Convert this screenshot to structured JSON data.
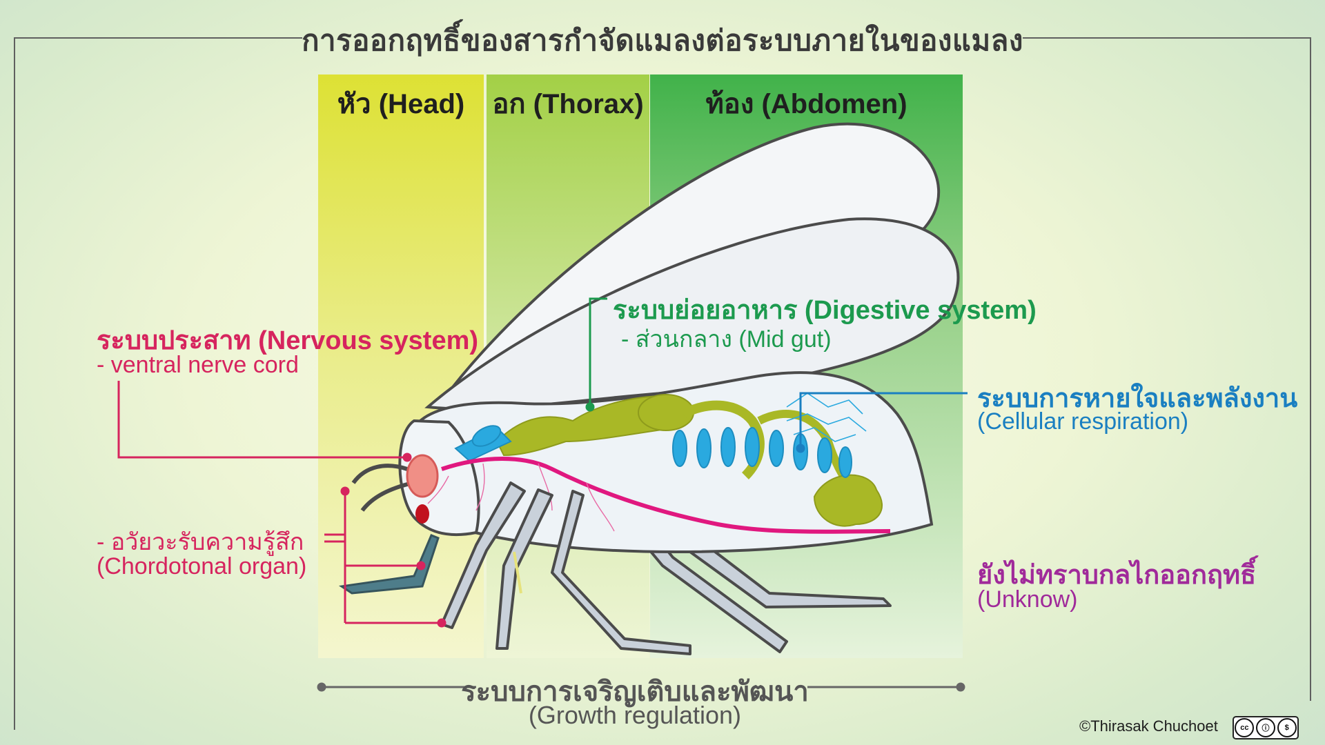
{
  "title": "การออกฤทธิ์ของสารกำจัดแมลงต่อระบบภายในของแมลง",
  "segments": {
    "head": "หัว (Head)",
    "thorax": "อก (Thorax)",
    "abdomen": "ท้อง (Abdomen)"
  },
  "nervous": {
    "title": "ระบบประสาท (Nervous system)",
    "sub": "- ventral nerve cord",
    "organ_th": "- อวัยวะรับความรู้สึก",
    "organ_en": "(Chordotonal organ)"
  },
  "digestive": {
    "title": "ระบบย่อยอาหาร (Digestive system)",
    "sub": "- ส่วนกลาง (Mid gut)"
  },
  "respiration": {
    "title": "ระบบการหายใจและพลังงาน",
    "sub": "(Cellular respiration)"
  },
  "unknown": {
    "title": "ยังไม่ทราบกลไกออกฤทธิ์",
    "sub": "(Unknow)"
  },
  "growth": {
    "title": "ระบบการเจริญเติบและพัฒนา",
    "sub": "(Growth regulation)"
  },
  "credit": "©Thirasak Chuchoet",
  "license_badge": "cc",
  "colors": {
    "nervous": "#d6245e",
    "digestive": "#1c9a4e",
    "respiration": "#1a7fc1",
    "unknown": "#a02a9a",
    "gut": "#a9b826",
    "trachea": "#2aa9df",
    "nerve": "#e0187f"
  }
}
